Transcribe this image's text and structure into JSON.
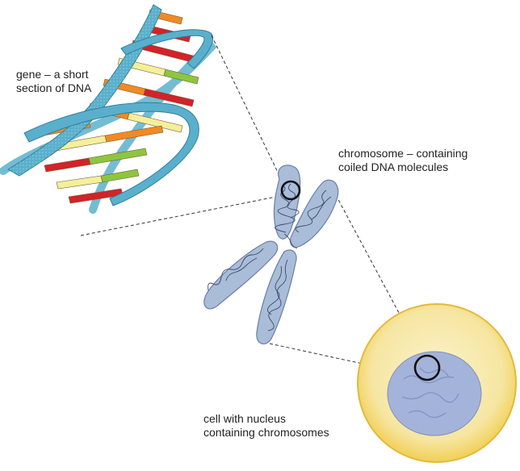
{
  "labels": {
    "gene": {
      "line1": "gene – a short",
      "line2": "section of DNA"
    },
    "chromosome": {
      "line1": "chromosome – containing",
      "line2": "coiled DNA molecules"
    },
    "cell": {
      "line1": "cell with nucleus",
      "line2": "containing chromosomes"
    }
  },
  "colors": {
    "dna_backbone": "#5ab0cc",
    "base_orange": "#f08a24",
    "base_red": "#d2232a",
    "base_yellow": "#f4ef9a",
    "base_green": "#8cc63f",
    "chromosome_fill": "#a9bcd8",
    "cytoplasm": "#f7e8a6",
    "cell_membrane": "#f2c94c",
    "nucleus": "#a4b3d9"
  }
}
